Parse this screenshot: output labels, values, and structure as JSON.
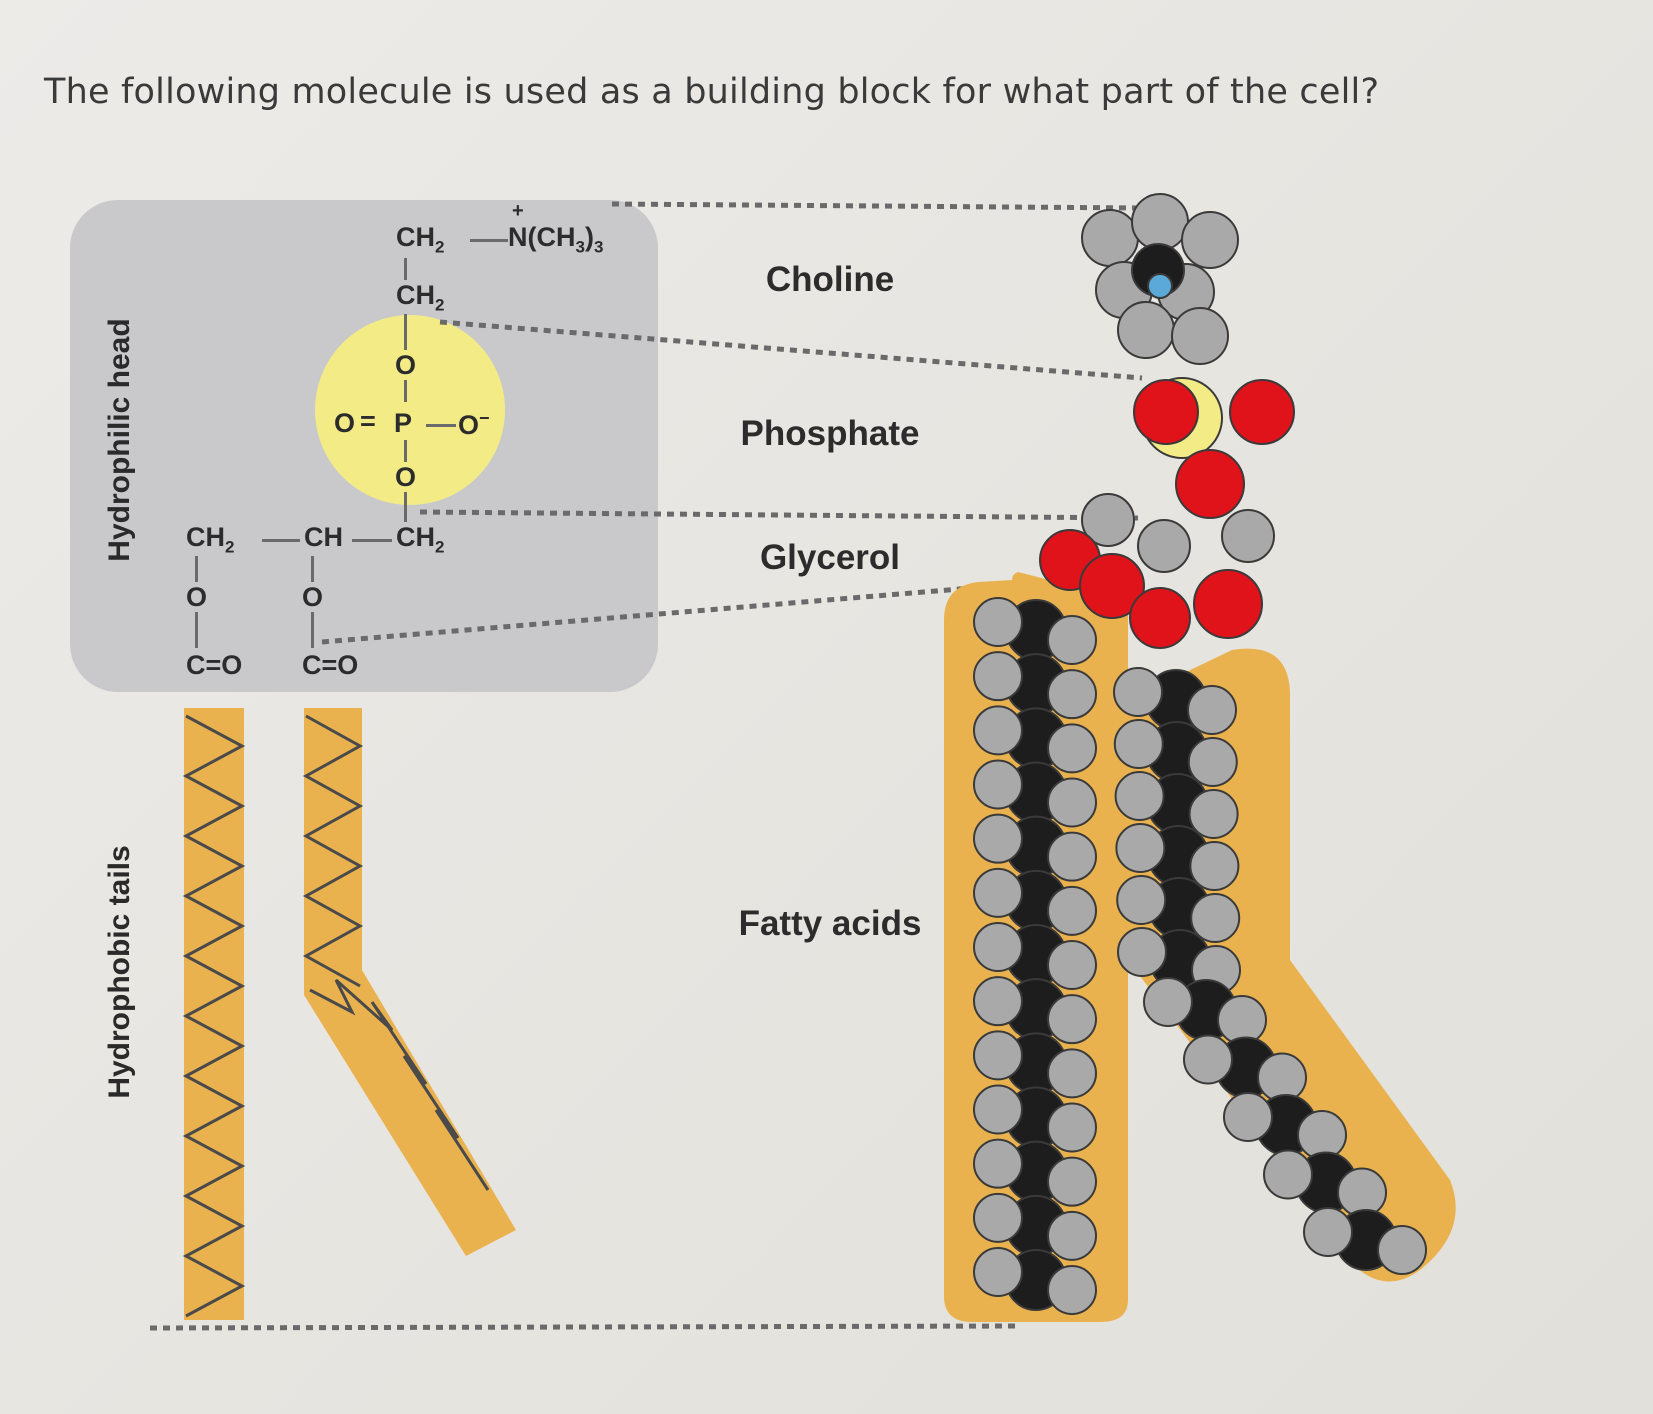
{
  "question": "The following molecule is used as a building block for what part of the cell?",
  "side_labels": {
    "hydrophilic": "Hydrophilic head",
    "hydrophobic": "Hydrophobic tails"
  },
  "parts": {
    "choline": "Choline",
    "phosphate": "Phosphate",
    "glycerol": "Glycerol",
    "fatty_acids": "Fatty acids"
  },
  "formula": {
    "ch2_n": "CH",
    "n_group": "N(CH",
    "ch2": "CH",
    "o": "O",
    "minus_o": "O",
    "p": "P",
    "ch": "CH",
    "co": "C=O",
    "sub2": "2",
    "sub3": "3",
    "eq": "=",
    "dash": "—",
    "minus": "−",
    "plus": "+"
  },
  "colors": {
    "head_box": "#c9c9cb",
    "phosphate_circle": "#f3ec86",
    "tail_fill": "#eab24e",
    "tail_stroke": "#d99a30",
    "oxygen": "#e0121a",
    "hydrogen": "#a9a9a9",
    "carbon": "#1d1d1d",
    "nitrogen": "#5aa9d8"
  }
}
